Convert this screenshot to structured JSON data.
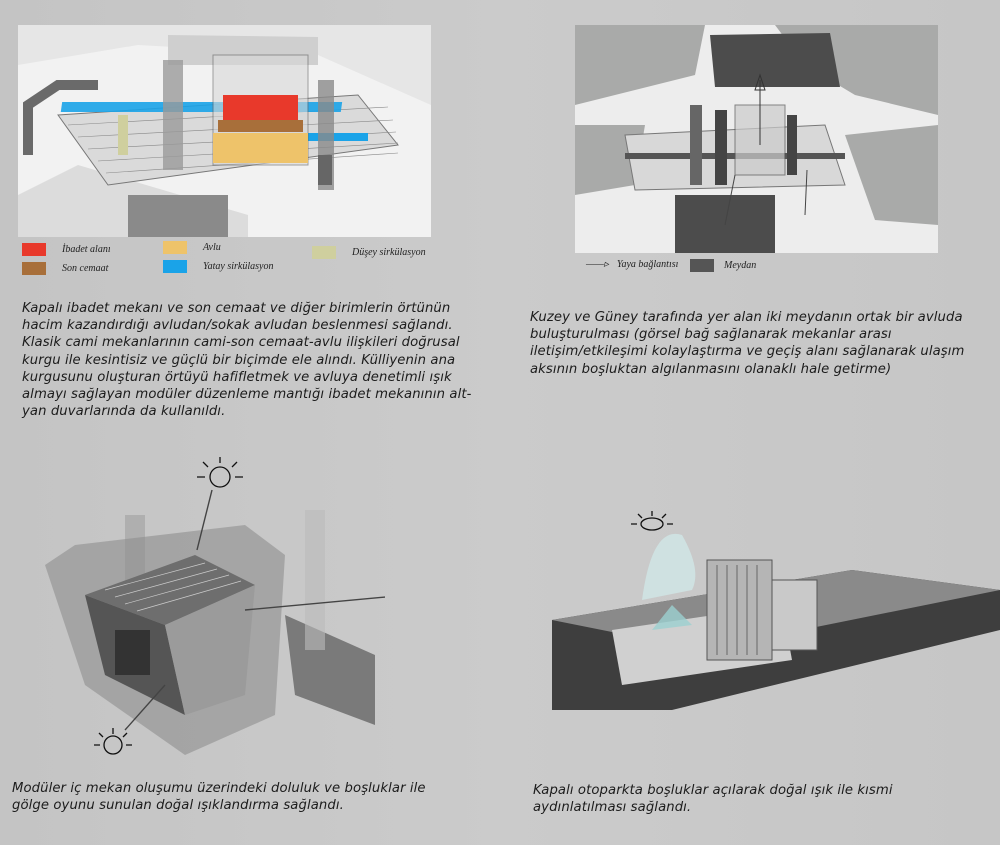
{
  "panel1": {
    "legend": [
      {
        "label": "İbadet alanı",
        "color": "#e8392b"
      },
      {
        "label": "Son cemaat",
        "color": "#a86f3a"
      },
      {
        "label": "Avlu",
        "color": "#eec36a"
      },
      {
        "label": "Yatay sirkülasyon",
        "color": "#1aa3e8"
      },
      {
        "label": "Düşey sirkülasyon",
        "color": "#cfcf9e"
      }
    ],
    "text": "Kapalı ibadet mekanı ve son cemaat ve diğer birimlerin örtünün hacim kazandırdığı avludan/sokak avludan beslenmesi sağlandı.  Klasik cami mekanlarının cami-son cemaat-avlu ilişkileri doğrusal kurgu ile kesintisiz ve güçlü bir biçimde ele alındı. Külliyenin ana kurgusunu oluşturan örtüyü hafifletmek ve avluya denetimli ışık almayı sağlayan modüler düzenleme mantığı ibadet mekanının alt-yan duvarlarında da kullanıldı."
  },
  "panel2": {
    "legend": [
      {
        "label": "Yaya bağlantısı",
        "symbol": "arrow"
      },
      {
        "label": "Meydan",
        "color": "#555555"
      }
    ],
    "text": "Kuzey ve Güney tarafında yer alan iki meydanın ortak bir avluda buluşturulması (görsel bağ sağlanarak mekanlar arası iletişim/etkileşimi kolaylaştırma ve geçiş alanı sağlanarak ulaşım aksının boşluktan algılanmasını olanaklı hale getirme)"
  },
  "panel3": {
    "text": "Modüler iç mekan oluşumu üzerindeki doluluk ve boşluklar ile gölge oyunu sunulan doğal ışıklandırma sağlandı."
  },
  "panel4": {
    "text": "Kapalı otoparkta  boşluklar açılarak doğal ışık ile kısmi  aydınlatılması sağlandı."
  }
}
